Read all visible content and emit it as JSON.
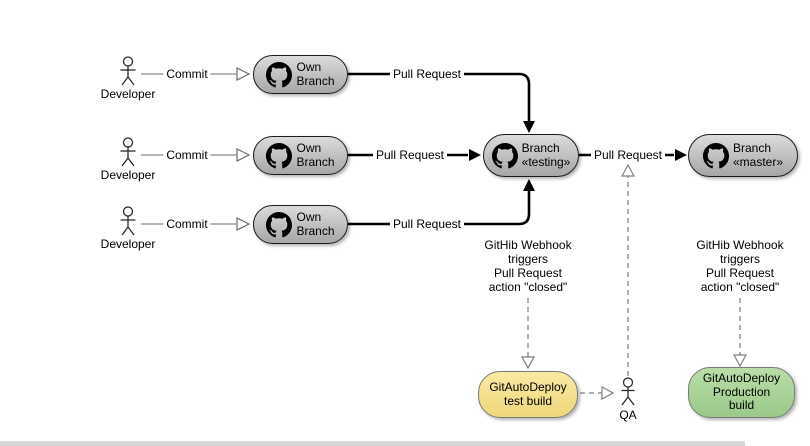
{
  "colors": {
    "node_gray_top": "#dcdcdc",
    "node_gray_bottom": "#a6a6a6",
    "node_yellow": "#f2dd8c",
    "node_green": "#a9d398",
    "solid_edge": "#000000",
    "dashed_edge": "#7f7f7f"
  },
  "actors": [
    {
      "id": "developer-1",
      "label": "Developer"
    },
    {
      "id": "developer-2",
      "label": "Developer"
    },
    {
      "id": "developer-3",
      "label": "Developer"
    },
    {
      "id": "qa",
      "label": "QA"
    }
  ],
  "nodes": {
    "own_branch_1": {
      "label": "Own\nBranch"
    },
    "own_branch_2": {
      "label": "Own\nBranch"
    },
    "own_branch_3": {
      "label": "Own\nBranch"
    },
    "branch_testing": {
      "label": "Branch\n«testing»"
    },
    "branch_master": {
      "label": "Branch\n«master»"
    },
    "test_build": {
      "label": "GitAutoDeploy\ntest build"
    },
    "production_build": {
      "label": "GitAutoDeploy\nProduction\nbuild"
    }
  },
  "edge_labels": {
    "commit_1": "Commit",
    "commit_2": "Commit",
    "commit_3": "Commit",
    "pull_request_1": "Pull Request",
    "pull_request_2": "Pull Request",
    "pull_request_3": "Pull Request",
    "pull_request_4": "Pull Request",
    "webhook_testing": "GitHib Webhook\ntriggers\nPull Request\naction \"closed\"",
    "webhook_master": "GitHib Webhook\ntriggers\nPull Request\naction \"closed\""
  }
}
